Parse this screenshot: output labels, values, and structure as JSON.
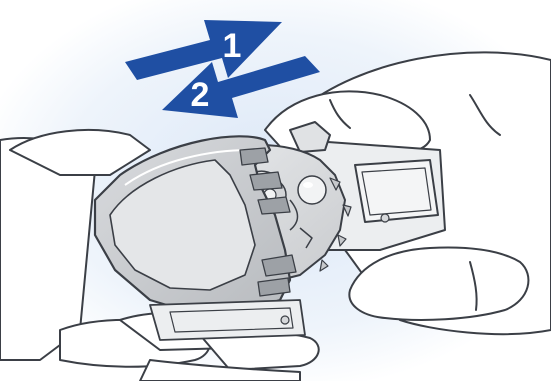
{
  "steps": [
    {
      "label": "1",
      "direction": "push-right",
      "color": "#1f4fa3"
    },
    {
      "label": "2",
      "direction": "pull-left",
      "color": "#1f4fa3"
    }
  ],
  "colors": {
    "background_glow": "#e6effa",
    "arrow_fill": "#1f4fa3",
    "outline": "#3b3f46",
    "skin": "#ffffff",
    "device_gray": "#c7c9cc",
    "device_light": "#e3e5e8",
    "device_dark": "#8f9398",
    "window_gray": "#d6d8db"
  }
}
